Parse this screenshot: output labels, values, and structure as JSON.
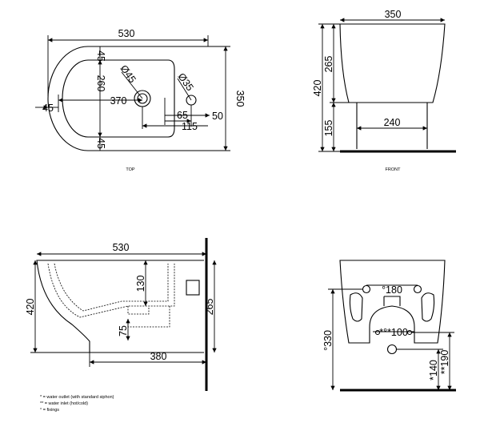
{
  "views": {
    "top": {
      "label": "TOP",
      "dims": {
        "width": "530",
        "upper": "45",
        "bowl": "260",
        "lower": "45",
        "left": "45",
        "centre": "370",
        "right": "50",
        "offset_a": "65",
        "offset_b": "115",
        "depth": "350",
        "hole_main": "Ø45",
        "hole_small": "Ø35"
      }
    },
    "front": {
      "label": "FRONT",
      "dims": {
        "width": "350",
        "bowl": "265",
        "height": "420",
        "base": "155",
        "base_width": "240"
      }
    },
    "side": {
      "dims": {
        "width": "530",
        "drop": "130",
        "height_right": "265",
        "height": "420",
        "pipe": "75",
        "length": "380"
      }
    },
    "rear": {
      "dims": {
        "fixings": "°180",
        "pipes": "*°*100",
        "height": "°330",
        "inlet": "*140",
        "outlet": "**190"
      }
    }
  },
  "legend": [
    "* = water outlet (with standard siphon)",
    "** = water inlet (hot/cold)",
    "° = fixings"
  ]
}
